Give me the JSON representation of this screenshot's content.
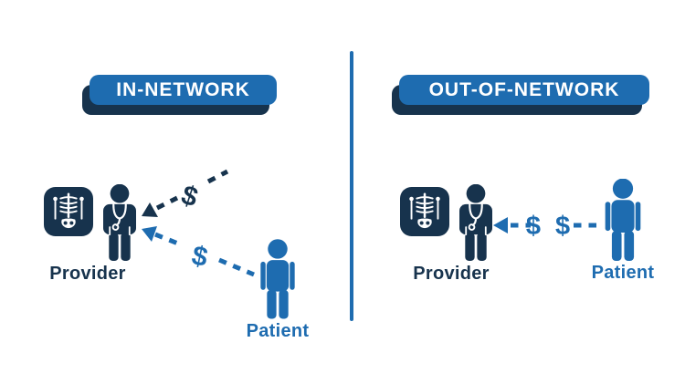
{
  "colors": {
    "navy": "#17334d",
    "blue": "#1e6cb0",
    "background": "#ffffff",
    "badge_text": "#ffffff"
  },
  "panels": {
    "in_network": {
      "title": "IN-NETWORK",
      "provider_label": "Provider",
      "patient_label": "Patient",
      "insurer_payment": "$",
      "patient_payment": "$"
    },
    "out_of_network": {
      "title": "OUT-OF-NETWORK",
      "provider_label": "Provider",
      "patient_label": "Patient",
      "patient_payment": "$ $"
    }
  },
  "icons": {
    "xray": "xray-skeleton-icon",
    "provider": "doctor-person-icon",
    "patient": "patient-person-icon",
    "arrow": "dashed-payment-arrow",
    "divider": "vertical-divider-line"
  }
}
